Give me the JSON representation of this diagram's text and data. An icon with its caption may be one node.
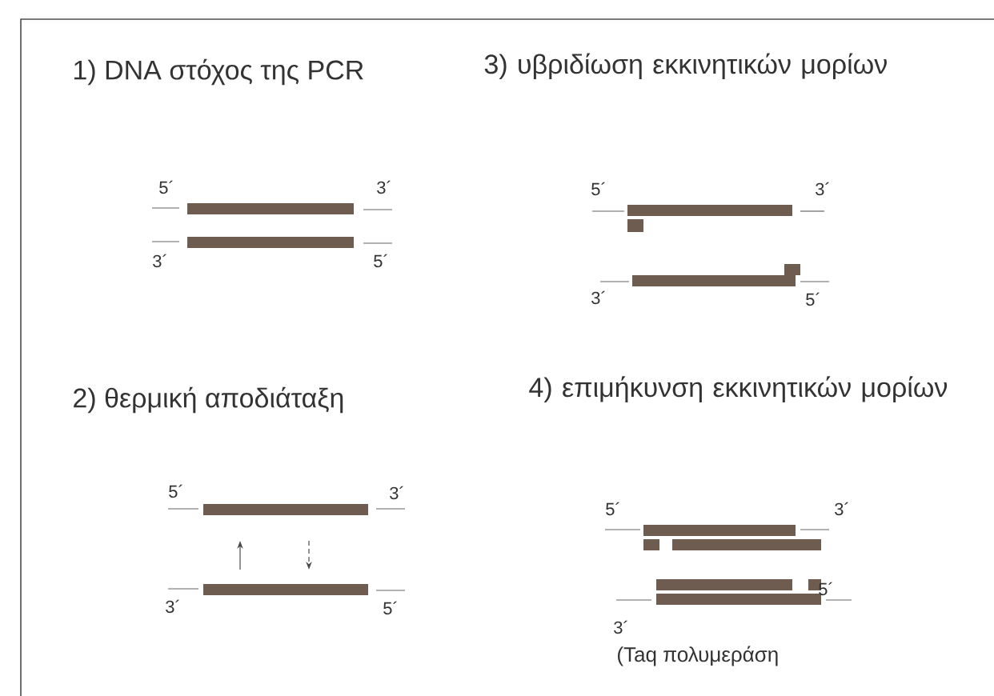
{
  "diagram": {
    "labels": [
      "1) DNA στόχος της PCR",
      "3) υβριδίωση εκκινητικών μορίων",
      "5´",
      "3´",
      "3´",
      "5´",
      "5´",
      "3´",
      "3´",
      "5´",
      "2) θερμική αποδιάταξη",
      "4) επιμήκυνση εκκινητικών μορίων",
      "5´",
      "3´",
      "3´",
      "5´",
      "5´",
      "3´",
      "3´",
      "5´",
      "(Taq πολυμεράση"
    ]
  }
}
